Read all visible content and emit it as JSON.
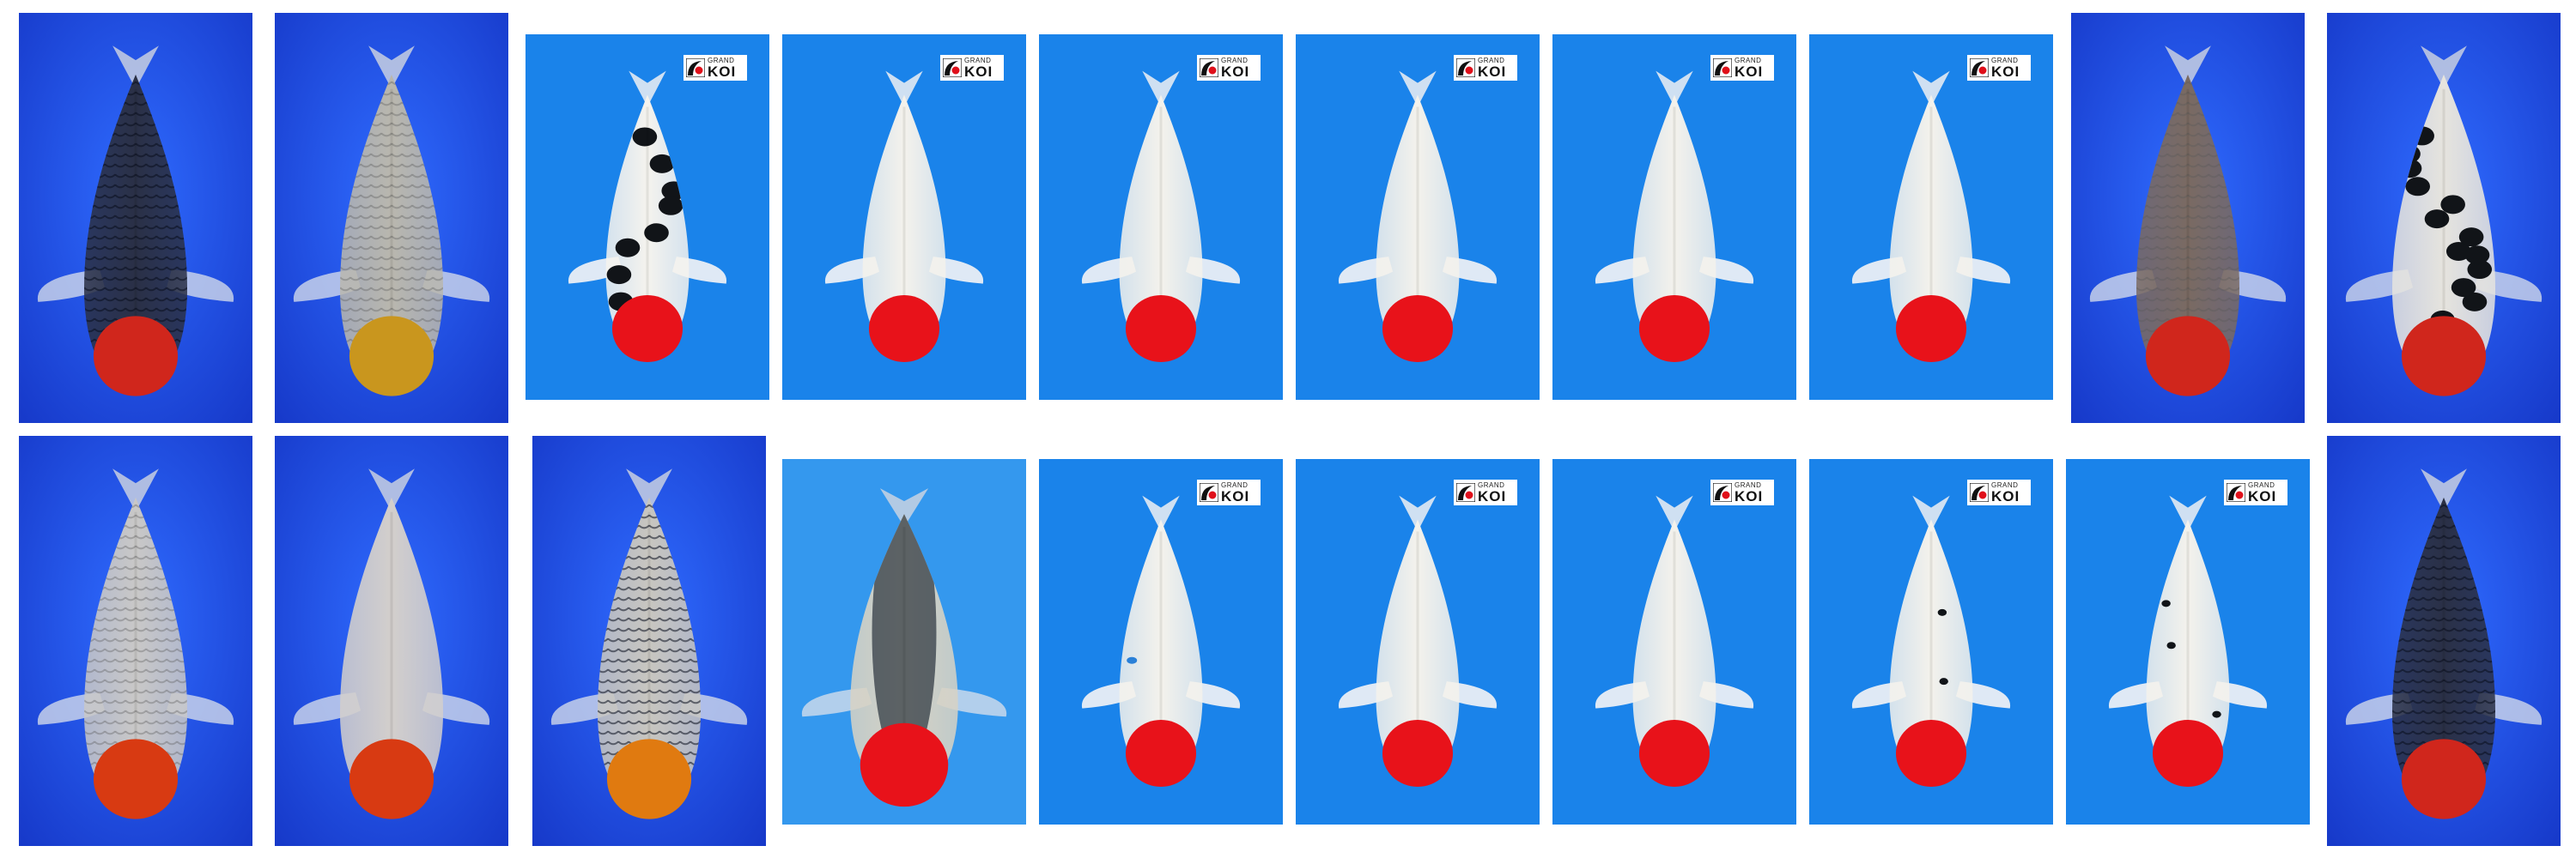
{
  "brand": {
    "line1": "GRAND",
    "line2": "KOI",
    "accent": "#e0101a"
  },
  "colors": {
    "page_bg": "#ffffff",
    "photo_bg": "#1c4fe8",
    "studio_bg": "#1a83ea",
    "light_bg": "#3498ee"
  },
  "koi": [
    {
      "bg": "photo",
      "body": "#2a3046",
      "pattern": "scales-dark",
      "head": "#d0261c",
      "logo": false
    },
    {
      "bg": "photo",
      "body": "#b9b7ae",
      "pattern": "scales-light",
      "head": "#c9961e",
      "logo": false
    },
    {
      "bg": "studio",
      "body": "#f5f3ee",
      "pattern": "sumi",
      "head": "#e8121a",
      "logo": true
    },
    {
      "bg": "studio",
      "body": "#f4f2ec",
      "pattern": "none",
      "head": "#e8121a",
      "logo": true
    },
    {
      "bg": "studio",
      "body": "#f4f2ec",
      "pattern": "none",
      "head": "#e8121a",
      "logo": true
    },
    {
      "bg": "studio",
      "body": "#f4f2ec",
      "pattern": "none",
      "head": "#e8121a",
      "logo": true
    },
    {
      "bg": "studio",
      "body": "#f4f2ec",
      "pattern": "none",
      "head": "#e8121a",
      "logo": true
    },
    {
      "bg": "studio",
      "body": "#f4f2ec",
      "pattern": "none",
      "head": "#e8121a",
      "logo": true
    },
    {
      "bg": "photo",
      "body": "#7a6a62",
      "pattern": "scales-light",
      "head": "#d0261c",
      "logo": false
    },
    {
      "bg": "photo",
      "body": "#e6e4de",
      "pattern": "sumi-heavy",
      "head": "#d0261c",
      "logo": false
    },
    {
      "bg": "photo",
      "body": "#c9c8c7",
      "pattern": "scales-light",
      "head": "#d83a12",
      "logo": false
    },
    {
      "bg": "photo",
      "body": "#d3cfcc",
      "pattern": "none",
      "head": "#d83a12",
      "logo": false
    },
    {
      "bg": "photo",
      "body": "#c8c6c0",
      "pattern": "scales-dark",
      "head": "#e07a10",
      "logo": false
    },
    {
      "bg": "light",
      "body": "#d8d3c4",
      "pattern": "dark-back",
      "head": "#e8121a",
      "logo": false
    },
    {
      "bg": "studio",
      "body": "#f4f2ec",
      "pattern": "blue-tips",
      "head": "#e8121a",
      "logo": true
    },
    {
      "bg": "studio",
      "body": "#f4f2ec",
      "pattern": "none",
      "head": "#e8121a",
      "logo": true
    },
    {
      "bg": "studio",
      "body": "#f4f2ec",
      "pattern": "none",
      "head": "#e8121a",
      "logo": true
    },
    {
      "bg": "studio",
      "body": "#f4f2ec",
      "pattern": "sumi-light",
      "head": "#e8121a",
      "logo": true
    },
    {
      "bg": "studio",
      "body": "#f4f2ec",
      "pattern": "sumi-light",
      "head": "#e8121a",
      "logo": true
    },
    {
      "bg": "photo",
      "body": "#2a3046",
      "pattern": "scales-dark",
      "head": "#d0261c",
      "logo": false
    }
  ]
}
